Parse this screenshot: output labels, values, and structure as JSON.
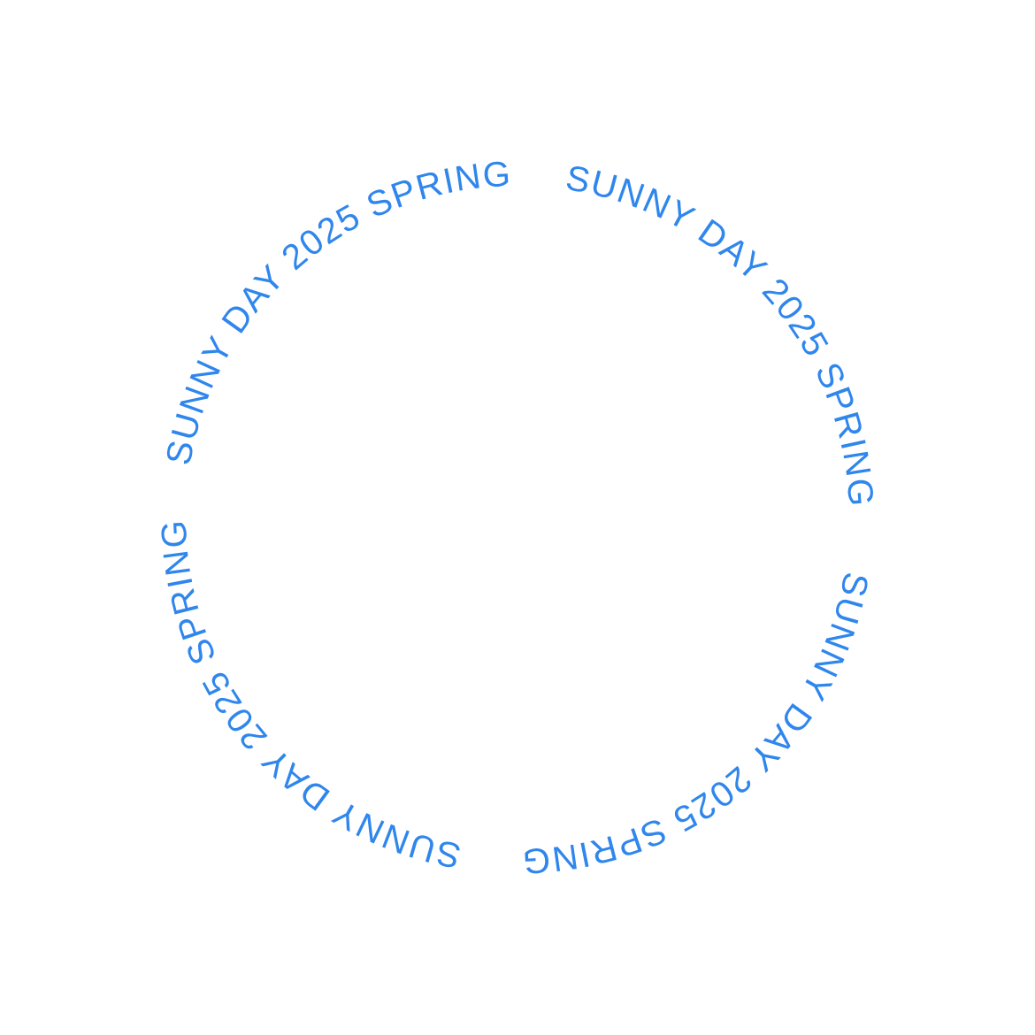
{
  "colors": {
    "background": "#ffffff",
    "text": "#2f86ec"
  },
  "ring": {
    "segments": [
      {
        "label": "SUNNY DAY 2025 SPRING"
      },
      {
        "label": "SUNNY DAY 2025 SPRING"
      },
      {
        "label": "SUNNY DAY 2025 SPRING"
      },
      {
        "label": "SUNNY DAY 2025 SPRING"
      }
    ]
  }
}
